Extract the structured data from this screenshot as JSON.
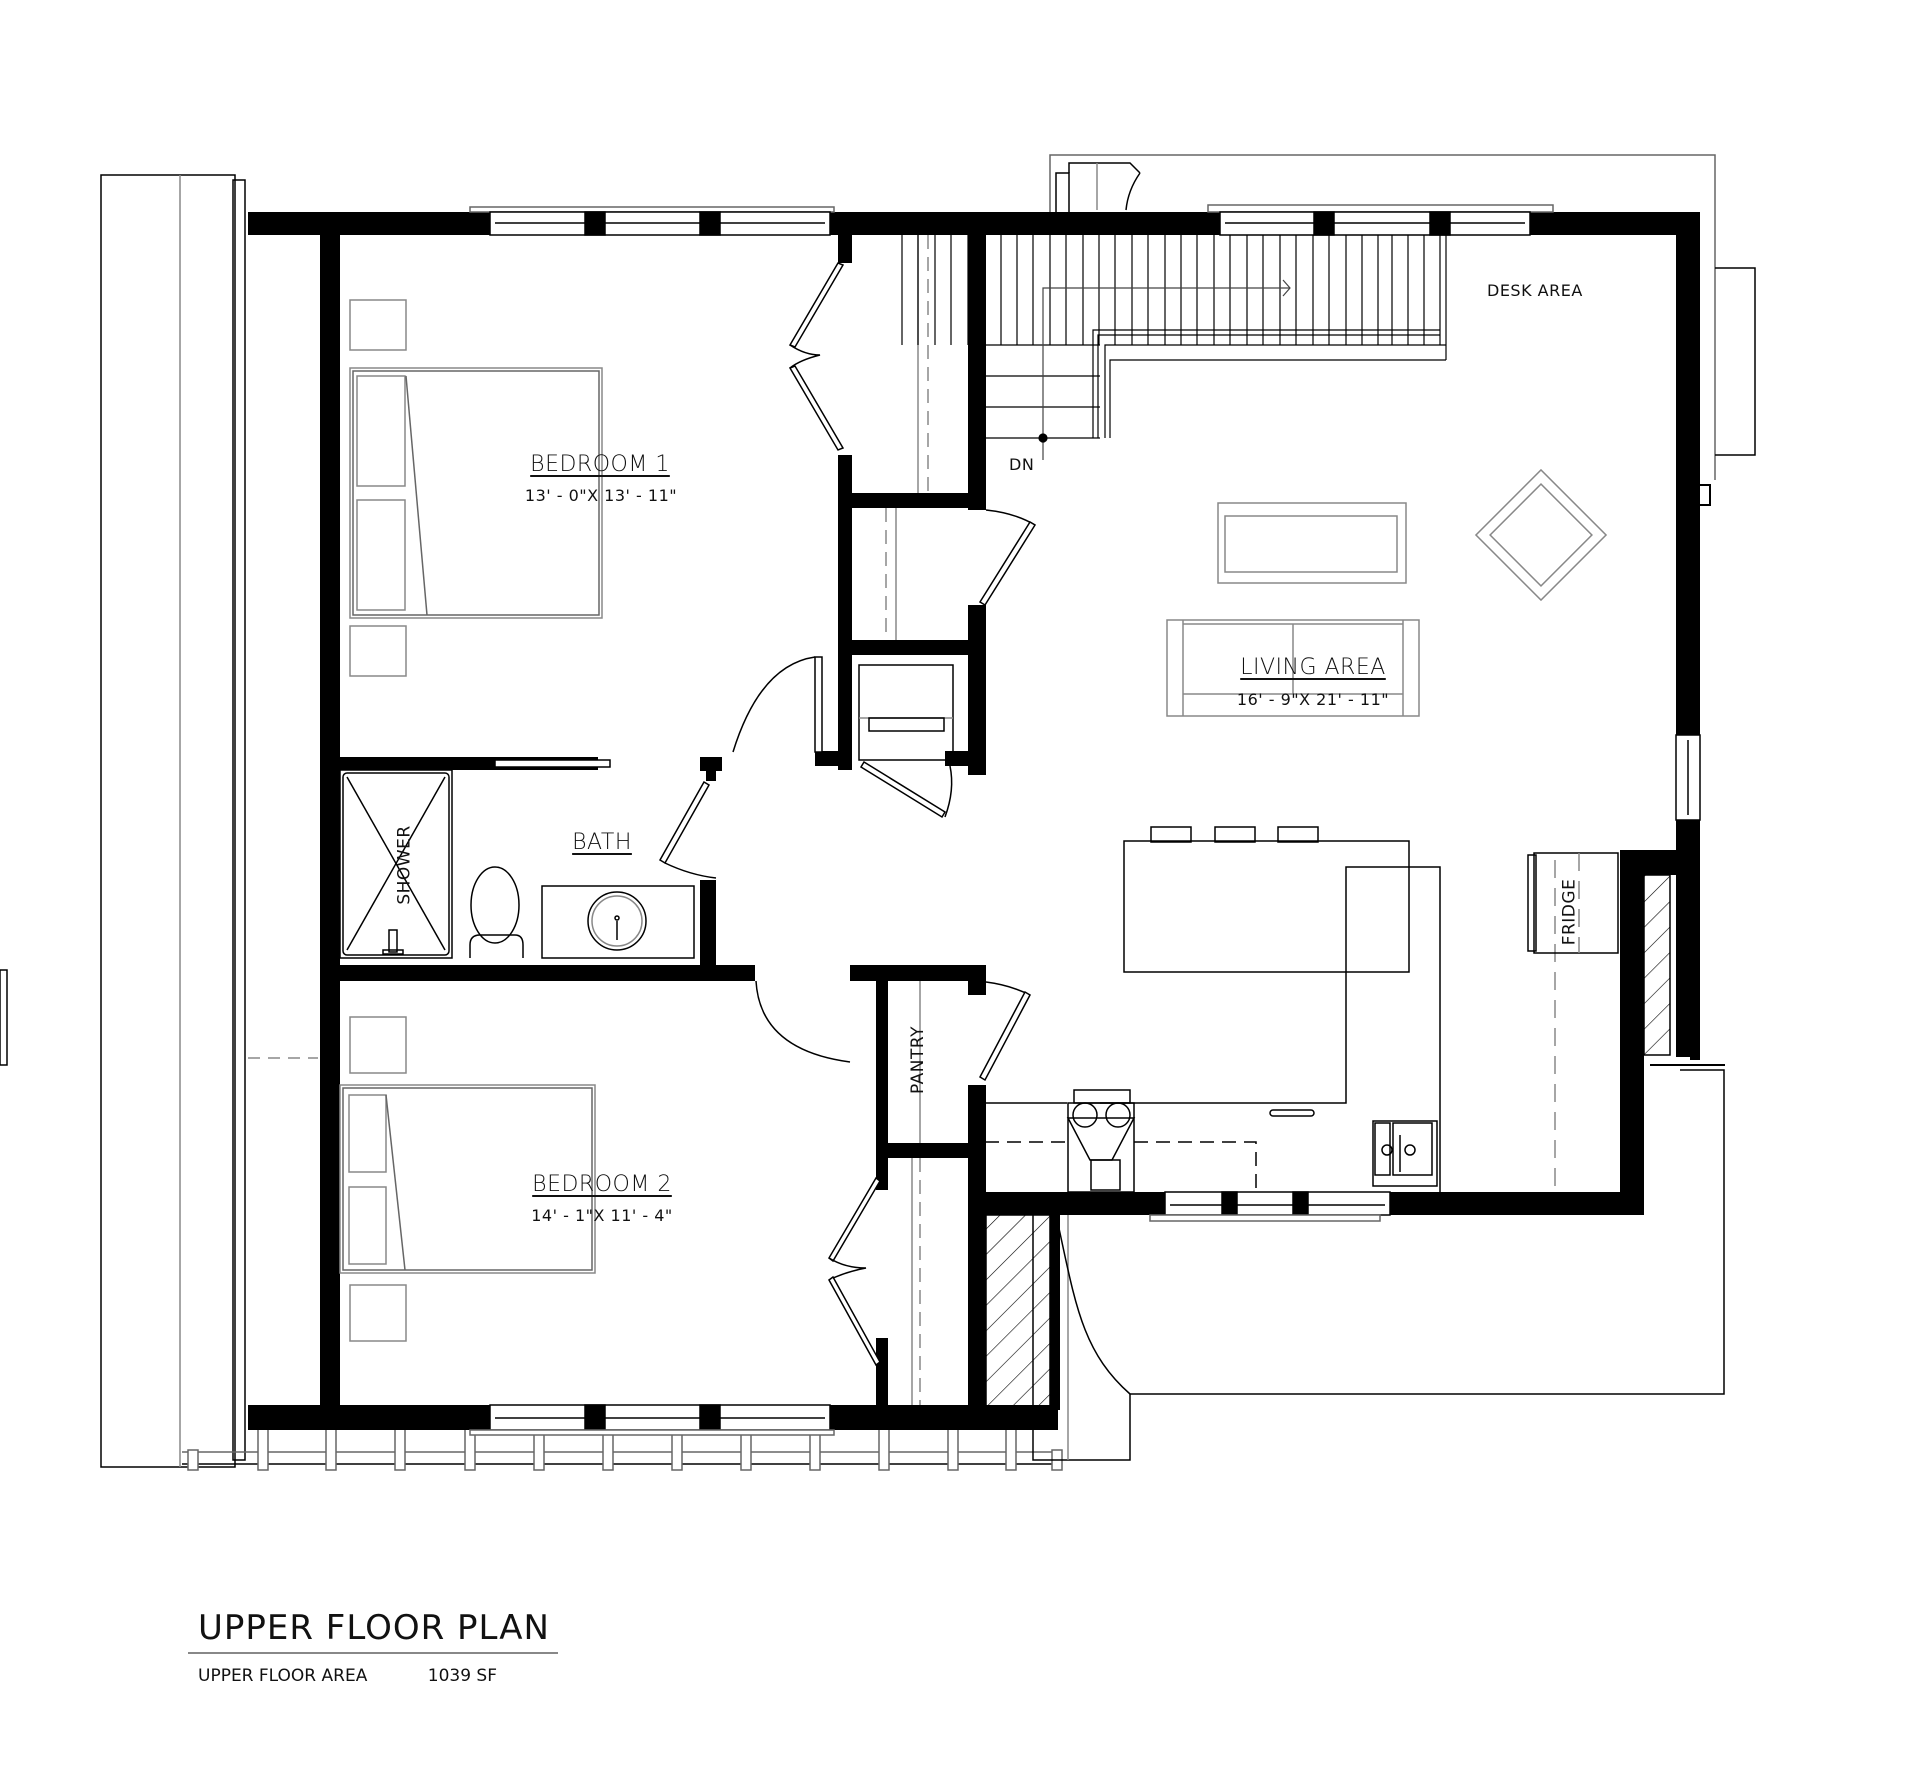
{
  "plan": {
    "title": "UPPER FLOOR PLAN",
    "area_label": "UPPER FLOOR AREA",
    "area_value": "1039 SF"
  },
  "rooms": {
    "bedroom1": {
      "name": "BEDROOM 1",
      "dims": "13' - 0\"X 13' - 11\""
    },
    "bedroom2": {
      "name": "BEDROOM 2",
      "dims": "14' - 1\"X 11' - 4\""
    },
    "bath": {
      "name": "BATH"
    },
    "living": {
      "name": "LIVING AREA",
      "dims": "16' - 9\"X 21' - 11\""
    }
  },
  "annotations": {
    "shower": "SHOWER",
    "pantry": "PANTRY",
    "fridge": "FRIDGE",
    "desk_area": "DESK AREA",
    "stair_dn": "DN"
  },
  "colors": {
    "wall": "#000000",
    "line": "#000000",
    "furniture": "#888888",
    "background": "#ffffff"
  }
}
